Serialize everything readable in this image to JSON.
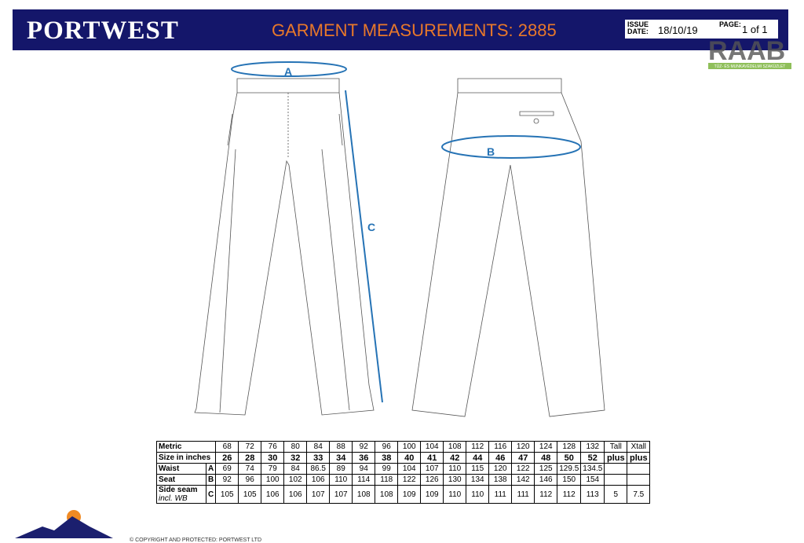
{
  "header": {
    "brand": "PORTWEST",
    "title": "GARMENT MEASUREMENTS: 2885",
    "issue_label_1": "ISSUE",
    "issue_label_2": "DATE:",
    "issue_date": "18/10/19",
    "page_label": "PAGE:",
    "page_value": "1 of 1"
  },
  "watermark": {
    "text": "RAAB",
    "subtitle": "TŰZ- ÉS MUNKAVÉDELMI SZAKÜZLET"
  },
  "diagram": {
    "labels": [
      "A",
      "B",
      "C"
    ]
  },
  "table": {
    "metric": {
      "label": "Metric",
      "values": [
        "68",
        "72",
        "76",
        "80",
        "84",
        "88",
        "92",
        "96",
        "100",
        "104",
        "108",
        "112",
        "116",
        "120",
        "124",
        "128",
        "132",
        "Tall",
        "Xtall"
      ]
    },
    "inches": {
      "label": "Size in inches",
      "values": [
        "26",
        "28",
        "30",
        "32",
        "33",
        "34",
        "36",
        "38",
        "40",
        "41",
        "42",
        "44",
        "46",
        "47",
        "48",
        "50",
        "52",
        "plus",
        "plus"
      ]
    },
    "rows": [
      {
        "label": "Waist",
        "sub": "",
        "code": "A",
        "values": [
          "69",
          "74",
          "79",
          "84",
          "86.5",
          "89",
          "94",
          "99",
          "104",
          "107",
          "110",
          "115",
          "120",
          "122",
          "125",
          "129.5",
          "134.5",
          "",
          ""
        ]
      },
      {
        "label": "Seat",
        "sub": "",
        "code": "B",
        "values": [
          "92",
          "96",
          "100",
          "102",
          "106",
          "110",
          "114",
          "118",
          "122",
          "126",
          "130",
          "134",
          "138",
          "142",
          "146",
          "150",
          "154",
          "",
          ""
        ]
      },
      {
        "label": "Side seam",
        "sub": "incl. WB",
        "code": "C",
        "values": [
          "105",
          "105",
          "106",
          "106",
          "107",
          "107",
          "108",
          "108",
          "109",
          "109",
          "110",
          "110",
          "111",
          "111",
          "112",
          "112",
          "113",
          "5",
          "7.5"
        ]
      }
    ]
  },
  "footer": {
    "copyright": "© COPYRIGHT AND PROTECTED: PORTWEST LTD"
  }
}
